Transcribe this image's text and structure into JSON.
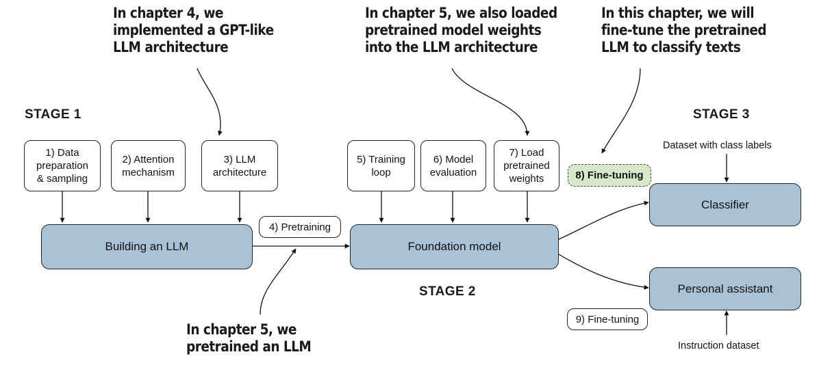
{
  "callouts": {
    "ch4": "In chapter 4, we\nimplemented a GPT-like\nLLM architecture",
    "ch5_loaded": "In chapter 5, we also loaded\npretrained model weights\ninto the LLM architecture",
    "this_chapter": "In this chapter, we will\nfine-tune the pretrained\nLLM to classify texts",
    "ch5_pretrained": "In chapter 5, we\npretrained an LLM"
  },
  "stages": {
    "stage1": "STAGE 1",
    "stage2": "STAGE 2",
    "stage3": "STAGE 3"
  },
  "steps": {
    "data_prep": "1) Data\npreparation\n& sampling",
    "attention": "2) Attention\nmechanism",
    "llm_arch": "3) LLM\narchitecture",
    "pretraining": "4) Pretraining",
    "training_loop": "5) Training\nloop",
    "model_eval": "6) Model\nevaluation",
    "load_weights": "7) Load\npretrained\nweights",
    "finetuning_8": "8) Fine-tuning",
    "finetuning_9": "9) Fine-tuning"
  },
  "models": {
    "building": "Building an LLM",
    "foundation": "Foundation model",
    "classifier": "Classifier",
    "assistant": "Personal assistant"
  },
  "inputs": {
    "class_labels": "Dataset with class labels",
    "instruction": "Instruction dataset"
  },
  "colors": {
    "model_fill": "#a9c2d5",
    "finetune_fill": "#d6e8c9",
    "stroke": "#222222"
  }
}
